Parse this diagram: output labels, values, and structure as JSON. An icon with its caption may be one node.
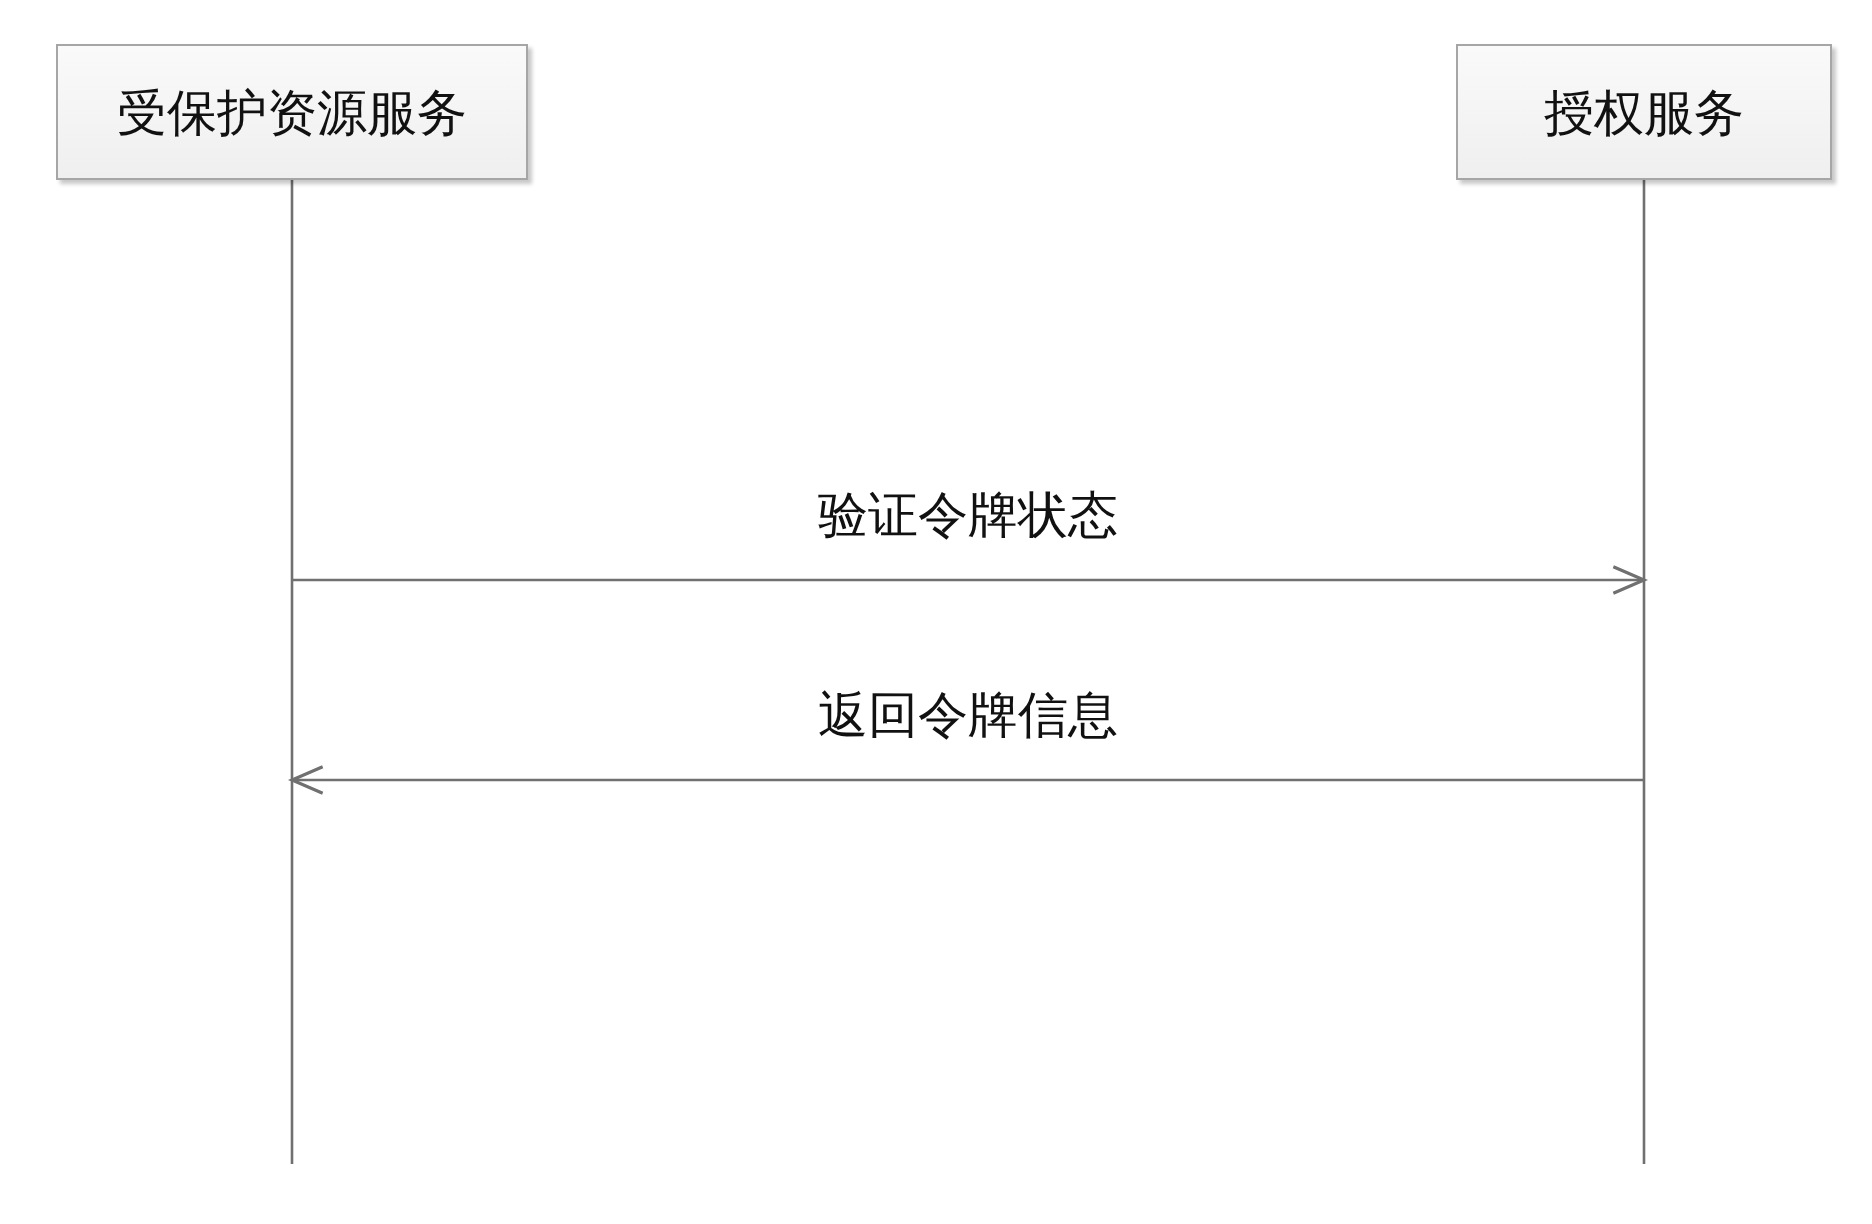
{
  "diagram": {
    "nodes": [
      {
        "text": [
          "受保护资源服务"
        ]
      },
      {
        "text": [
          "授权服务"
        ]
      }
    ],
    "edges": [
      {
        "from": 0,
        "to": 1,
        "arrow": "to",
        "label": "验证令牌状态"
      },
      {
        "from": 1,
        "to": 0,
        "arrow": "to",
        "label": "返回令牌信息"
      }
    ]
  }
}
